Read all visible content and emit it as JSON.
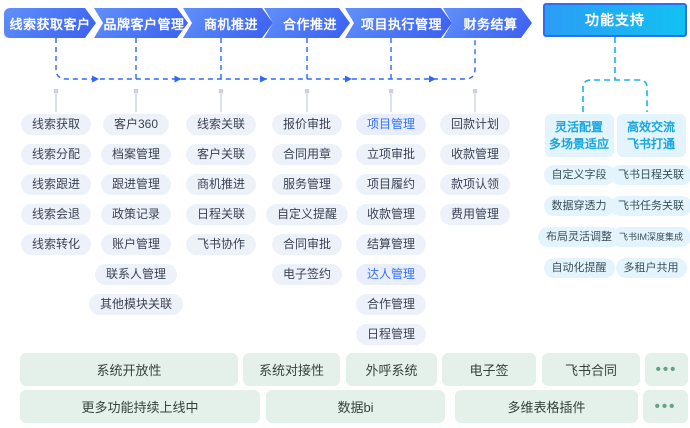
{
  "colors": {
    "flow_line": "#2e68f5",
    "drop_line": "#ccd2dd",
    "support_line": "#18b4ef",
    "stage_gradient_from": "#6191fa",
    "stage_gradient_to": "#3a5ef0",
    "support_gradient_from": "#2b9df5",
    "support_gradient_to": "#12c1f2",
    "support_border": "#2f6cf1",
    "pill_bg": "#edf1fa",
    "pill_text": "#3b4252",
    "pill_highlight_text": "#3370ff",
    "support_pill_bg": "#e4f4fc",
    "support_title_text": "#17a7e0",
    "bottom_bg": "#e4f1ea",
    "dots_color": "#64a383"
  },
  "stages": [
    {
      "label": "线索获取客户",
      "items": [
        "线索获取",
        "线索分配",
        "线索跟进",
        "线索会退",
        "线索转化"
      ]
    },
    {
      "label": "品牌客户管理",
      "items": [
        "客户360",
        "档案管理",
        "跟进管理",
        "政策记录",
        "账户管理",
        "联系人管理",
        "其他模块关联"
      ]
    },
    {
      "label": "商机推进",
      "items": [
        "线索关联",
        "客户关联",
        "商机推进",
        "日程关联",
        "飞书协作"
      ]
    },
    {
      "label": "合作推进",
      "items": [
        "报价审批",
        "合同用章",
        "服务管理",
        "自定义提醒",
        "合同审批",
        "电子签约"
      ]
    },
    {
      "label": "项目执行管理",
      "items": [
        "项目管理",
        "立项审批",
        "项目履约",
        "收款管理",
        "结算管理",
        "达人管理",
        "合作管理",
        "日程管理"
      ],
      "highlighted": [
        "项目管理",
        "达人管理"
      ]
    },
    {
      "label": "财务结算",
      "items": [
        "回款计划",
        "收款管理",
        "款项认领",
        "费用管理"
      ]
    }
  ],
  "support": {
    "label": "功能支持",
    "groups": [
      {
        "title_lines": [
          "灵活配置",
          "多场景适应"
        ],
        "items": [
          "自定义字段",
          "数据穿透力",
          "布局灵活调整",
          "自动化提醒"
        ]
      },
      {
        "title_lines": [
          "高效交流",
          "飞书打通"
        ],
        "items": [
          "飞书日程关联",
          "飞书任务关联",
          "飞书IM深度集成",
          "多租户共用"
        ]
      }
    ]
  },
  "bottom": {
    "row1": [
      "系统开放性",
      "系统对接性",
      "外呼系统",
      "电子签",
      "飞书合同",
      "•••"
    ],
    "row2": [
      "更多功能持续上线中",
      "数据bi",
      "多维表格插件",
      "•••"
    ]
  }
}
